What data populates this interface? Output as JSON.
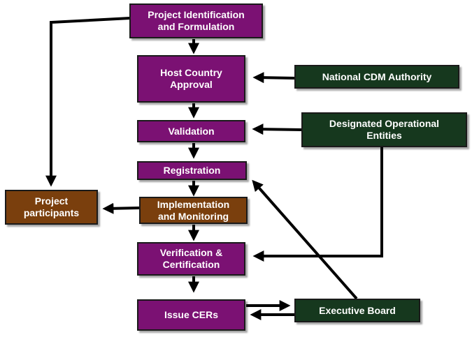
{
  "boxes": {
    "project_identification": "Project Identification\nand Formulation",
    "host_country_approval": "Host Country\nApproval",
    "validation": "Validation",
    "registration": "Registration",
    "implementation": "Implementation\nand Monitoring",
    "verification": "Verification &\nCertification",
    "issue_cers": "Issue CERs",
    "national_cdm_authority": "National CDM Authority",
    "designated_operational_entities": "Designated Operational\nEntities",
    "executive_board": "Executive Board",
    "project_participants": "Project\nparticipants"
  },
  "colors": {
    "process_box": "#7b1173",
    "authority_box": "#16381e",
    "participant_box": "#7a3f0d",
    "arrow": "#000000"
  }
}
